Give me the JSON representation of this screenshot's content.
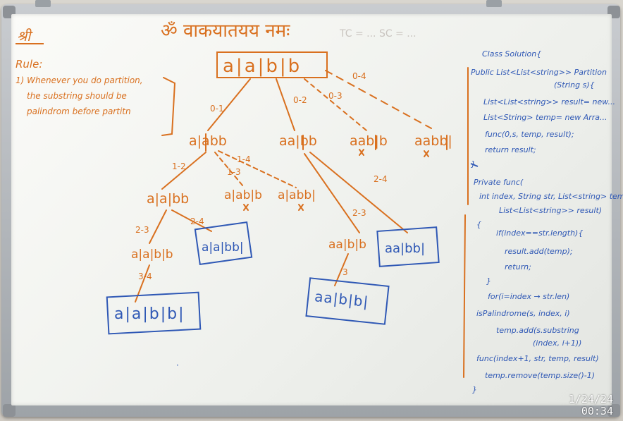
{
  "board": {
    "title": "ॐ वाकयातयय नमः",
    "title_faint": "TC = ...  SC = ...",
    "corner_mark": "श्री",
    "colors": {
      "orange": "#d9701f",
      "blue": "#2f58b5",
      "frame": "#a7acb1",
      "board": "#f4f5f1"
    }
  },
  "rule": {
    "heading": "Rule:",
    "lines": [
      "1) Whenever you do partition,",
      "the substring should be",
      "palindrom before partitn"
    ]
  },
  "tree": {
    "root": "a|a|b|b",
    "edges": [
      "0-1",
      "0-2",
      "0-3",
      "0-4",
      "1-2",
      "1-3",
      "1-4",
      "2-3",
      "2-4",
      "2-3",
      "2-4",
      "3-4",
      "3"
    ],
    "level1": [
      "a|abb",
      "aa|bb",
      "aab|b",
      "aabb|"
    ],
    "level2_left": [
      "a|a|bb",
      "a|ab|b",
      "a|abb|"
    ],
    "level3_left": [
      "a|a|b|b",
      "a|a|bb|"
    ],
    "level2_right": [
      "aa|b|b",
      "aa|bb|"
    ],
    "leaf_left": "a|a|b|b|",
    "leaf_right": "aa|b|b|"
  },
  "code": {
    "lines": [
      "Class Solution{",
      "Public List<List<string>> Partition",
      "(String s){",
      "List<List<string>> result= new...",
      "List<String> temp= new Arra...",
      "func(0,s, temp, result);",
      "return result;",
      "}",
      "Private func(",
      "int index, String str, List<string> temp,",
      "List<List<string>> result)",
      "{",
      "if(index==str.length){",
      "result.add(temp);",
      "return;",
      "}",
      "for(i=index → str.len)",
      "isPalindrome(s, index, i)",
      "temp.add(s.substring",
      "(index, i+1))",
      "func(index+1, str, temp, result)",
      "temp.remove(temp.size()-1)",
      "}"
    ]
  },
  "timestamp": {
    "date": "1/24/24",
    "time": "00:34"
  }
}
